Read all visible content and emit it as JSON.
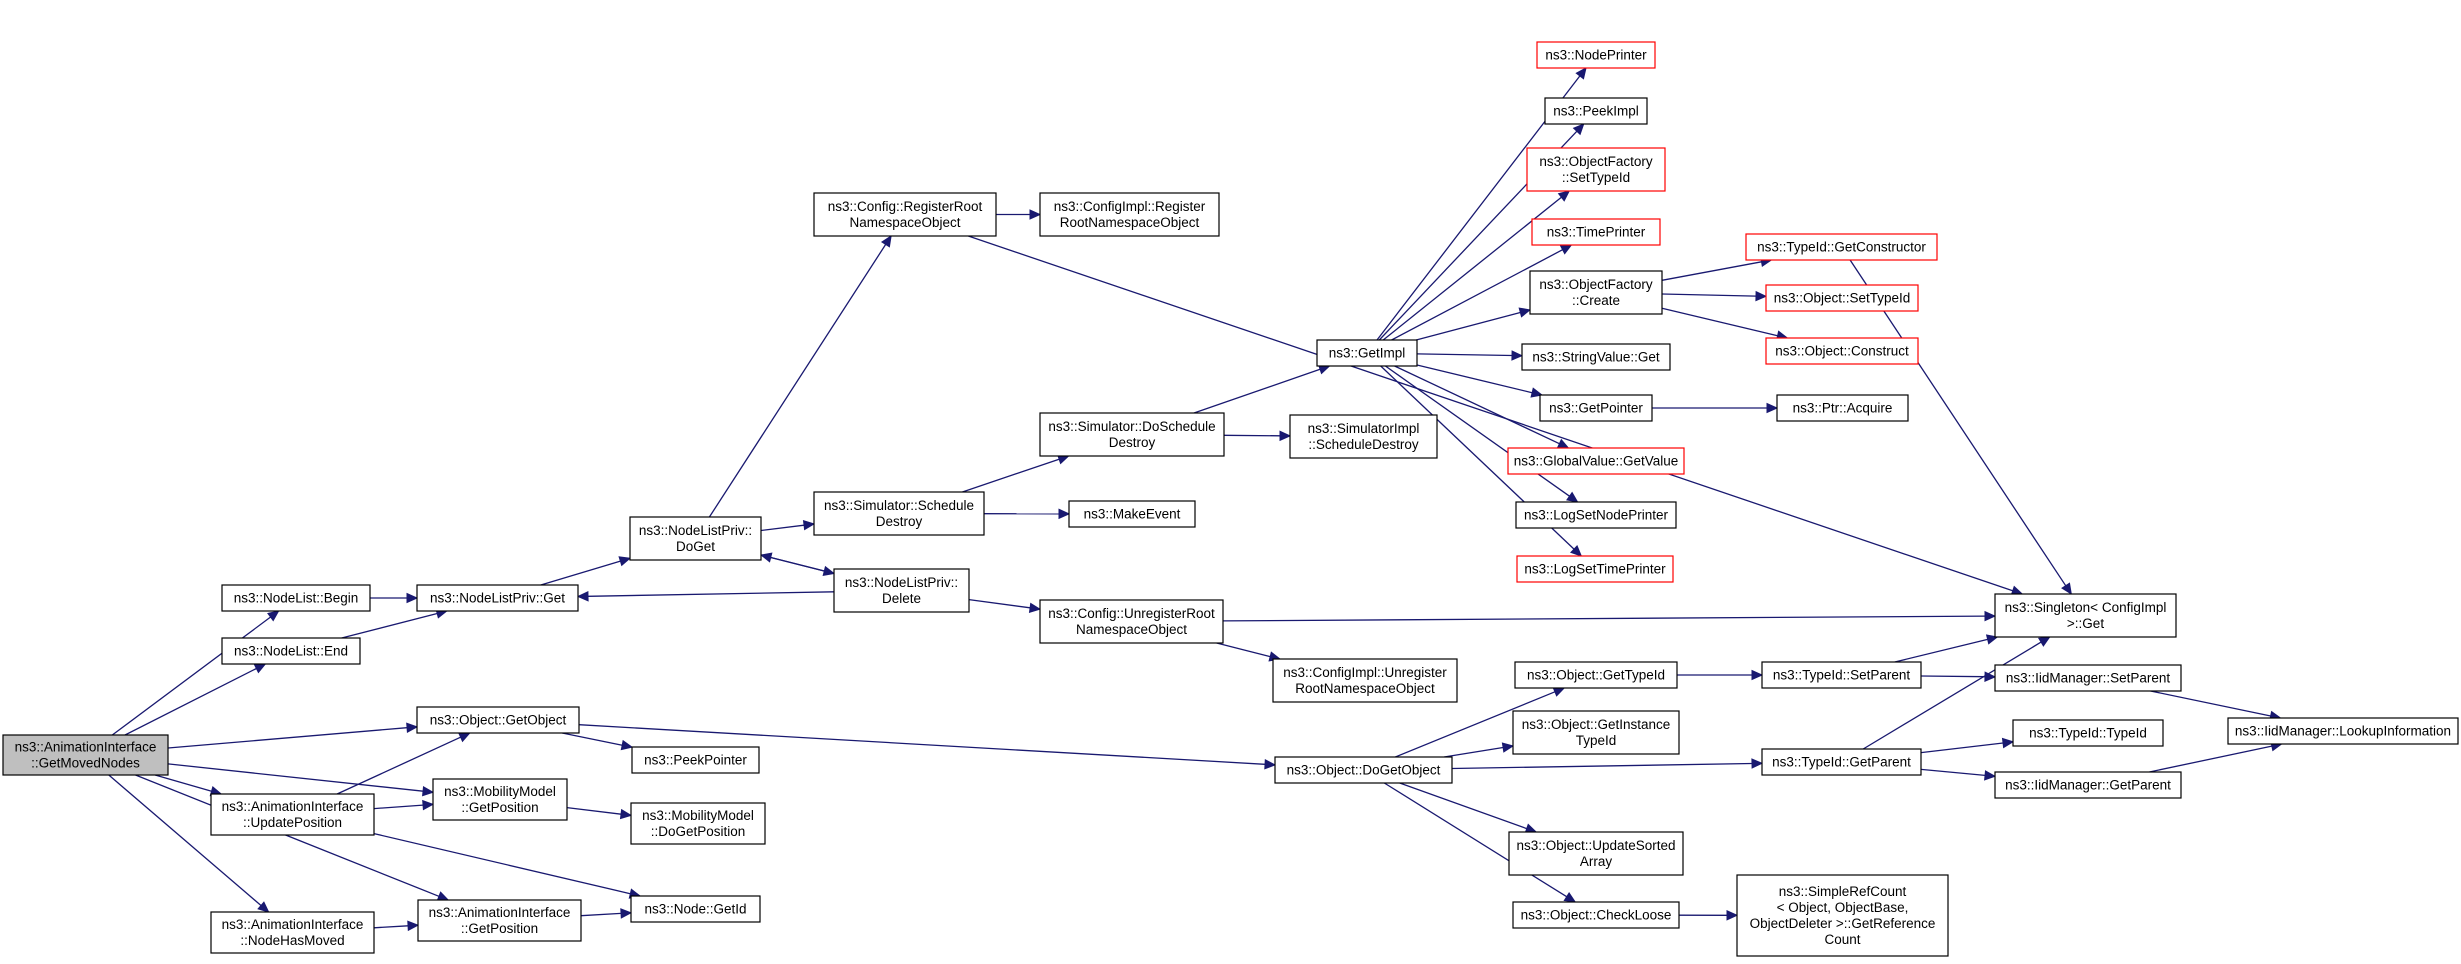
{
  "colors": {
    "edge": "#191970",
    "box_border": "#000000",
    "box_border_truncated": "#ff0000",
    "root_fill": "#bfbfbf",
    "box_fill": "#ffffff"
  },
  "nodes": [
    {
      "id": "root",
      "lines": [
        "ns3::AnimationInterface",
        "::GetMovedNodes"
      ],
      "style": "root"
    },
    {
      "id": "nlbegin",
      "lines": [
        "ns3::NodeList::Begin"
      ],
      "style": "normal"
    },
    {
      "id": "nlend",
      "lines": [
        "ns3::NodeList::End"
      ],
      "style": "normal"
    },
    {
      "id": "aiupd",
      "lines": [
        "ns3::AnimationInterface",
        "::UpdatePosition"
      ],
      "style": "normal"
    },
    {
      "id": "aihas",
      "lines": [
        "ns3::AnimationInterface",
        "::NodeHasMoved"
      ],
      "style": "normal"
    },
    {
      "id": "nlpget",
      "lines": [
        "ns3::NodeListPriv::Get"
      ],
      "style": "normal"
    },
    {
      "id": "getobj",
      "lines": [
        "ns3::Object::GetObject"
      ],
      "style": "normal"
    },
    {
      "id": "mmget",
      "lines": [
        "ns3::MobilityModel",
        "::GetPosition"
      ],
      "style": "normal"
    },
    {
      "id": "aiget",
      "lines": [
        "ns3::AnimationInterface",
        "::GetPosition"
      ],
      "style": "normal"
    },
    {
      "id": "nlpdoget",
      "lines": [
        "ns3::NodeListPriv::",
        "DoGet"
      ],
      "style": "normal"
    },
    {
      "id": "peekptr",
      "lines": [
        "ns3::PeekPointer"
      ],
      "style": "normal"
    },
    {
      "id": "mmdoget",
      "lines": [
        "ns3::MobilityModel",
        "::DoGetPosition"
      ],
      "style": "normal"
    },
    {
      "id": "getid",
      "lines": [
        "ns3::Node::GetId"
      ],
      "style": "normal"
    },
    {
      "id": "cfgreg",
      "lines": [
        "ns3::Config::RegisterRoot",
        "NamespaceObject"
      ],
      "style": "normal"
    },
    {
      "id": "simsched",
      "lines": [
        "ns3::Simulator::Schedule",
        "Destroy"
      ],
      "style": "normal"
    },
    {
      "id": "nlpdel",
      "lines": [
        "ns3::NodeListPriv::",
        "Delete"
      ],
      "style": "normal"
    },
    {
      "id": "cfgimplreg",
      "lines": [
        "ns3::ConfigImpl::Register",
        "RootNamespaceObject"
      ],
      "style": "normal"
    },
    {
      "id": "simdosched",
      "lines": [
        "ns3::Simulator::DoSchedule",
        "Destroy"
      ],
      "style": "normal"
    },
    {
      "id": "makeevent",
      "lines": [
        "ns3::MakeEvent"
      ],
      "style": "normal"
    },
    {
      "id": "cfgunreg",
      "lines": [
        "ns3::Config::UnregisterRoot",
        "NamespaceObject"
      ],
      "style": "normal"
    },
    {
      "id": "cfgimplunreg",
      "lines": [
        "ns3::ConfigImpl::Unregister",
        "RootNamespaceObject"
      ],
      "style": "normal"
    },
    {
      "id": "simimplsched",
      "lines": [
        "ns3::SimulatorImpl",
        "::ScheduleDestroy"
      ],
      "style": "normal"
    },
    {
      "id": "getimpl",
      "lines": [
        "ns3::GetImpl"
      ],
      "style": "normal"
    },
    {
      "id": "dogetobj",
      "lines": [
        "ns3::Object::DoGetObject"
      ],
      "style": "normal"
    },
    {
      "id": "nodeprinter",
      "lines": [
        "ns3::NodePrinter"
      ],
      "style": "truncated"
    },
    {
      "id": "peekimpl",
      "lines": [
        "ns3::PeekImpl"
      ],
      "style": "normal"
    },
    {
      "id": "ofsettid",
      "lines": [
        "ns3::ObjectFactory",
        "::SetTypeId"
      ],
      "style": "truncated"
    },
    {
      "id": "timeprinter",
      "lines": [
        "ns3::TimePrinter"
      ],
      "style": "truncated"
    },
    {
      "id": "ofcreate",
      "lines": [
        "ns3::ObjectFactory",
        "::Create"
      ],
      "style": "normal"
    },
    {
      "id": "svget",
      "lines": [
        "ns3::StringValue::Get"
      ],
      "style": "normal"
    },
    {
      "id": "getptr",
      "lines": [
        "ns3::GetPointer"
      ],
      "style": "normal"
    },
    {
      "id": "gvget",
      "lines": [
        "ns3::GlobalValue::GetValue"
      ],
      "style": "truncated"
    },
    {
      "id": "logsetnode",
      "lines": [
        "ns3::LogSetNodePrinter"
      ],
      "style": "normal"
    },
    {
      "id": "logsettime",
      "lines": [
        "ns3::LogSetTimePrinter"
      ],
      "style": "truncated"
    },
    {
      "id": "objgettid",
      "lines": [
        "ns3::Object::GetTypeId"
      ],
      "style": "normal"
    },
    {
      "id": "objgetinst",
      "lines": [
        "ns3::Object::GetInstance",
        "TypeId"
      ],
      "style": "normal"
    },
    {
      "id": "objupdsorted",
      "lines": [
        "ns3::Object::UpdateSorted",
        "Array"
      ],
      "style": "normal"
    },
    {
      "id": "objcheck",
      "lines": [
        "ns3::Object::CheckLoose"
      ],
      "style": "normal"
    },
    {
      "id": "tidgetctor",
      "lines": [
        "ns3::TypeId::GetConstructor"
      ],
      "style": "truncated"
    },
    {
      "id": "objsettid",
      "lines": [
        "ns3::Object::SetTypeId"
      ],
      "style": "truncated"
    },
    {
      "id": "objconstruct",
      "lines": [
        "ns3::Object::Construct"
      ],
      "style": "truncated"
    },
    {
      "id": "ptracq",
      "lines": [
        "ns3::Ptr::Acquire"
      ],
      "style": "normal"
    },
    {
      "id": "tidsetparent",
      "lines": [
        "ns3::TypeId::SetParent"
      ],
      "style": "normal"
    },
    {
      "id": "tidgetparent",
      "lines": [
        "ns3::TypeId::GetParent"
      ],
      "style": "normal"
    },
    {
      "id": "srcget",
      "lines": [
        "ns3::SimpleRefCount",
        "< Object, ObjectBase,",
        "ObjectDeleter >::GetReference",
        "Count"
      ],
      "style": "normal"
    },
    {
      "id": "singleton",
      "lines": [
        "ns3::Singleton< ConfigImpl",
        ">::Get"
      ],
      "style": "normal"
    },
    {
      "id": "iidsetparent",
      "lines": [
        "ns3::IidManager::SetParent"
      ],
      "style": "normal"
    },
    {
      "id": "tidtid",
      "lines": [
        "ns3::TypeId::TypeId"
      ],
      "style": "normal"
    },
    {
      "id": "iidgetparent",
      "lines": [
        "ns3::IidManager::GetParent"
      ],
      "style": "normal"
    },
    {
      "id": "iidlookup",
      "lines": [
        "ns3::IidManager::LookupInformation"
      ],
      "style": "normal"
    }
  ],
  "edges": [
    [
      "root",
      "nlbegin"
    ],
    [
      "root",
      "nlend"
    ],
    [
      "root",
      "getobj"
    ],
    [
      "root",
      "mmget"
    ],
    [
      "root",
      "aiupd"
    ],
    [
      "root",
      "aihas"
    ],
    [
      "root",
      "aiget"
    ],
    [
      "nlbegin",
      "nlpget"
    ],
    [
      "nlend",
      "nlpget"
    ],
    [
      "aiupd",
      "getobj"
    ],
    [
      "aiupd",
      "mmget"
    ],
    [
      "aiupd",
      "getid"
    ],
    [
      "aihas",
      "aiget"
    ],
    [
      "aiget",
      "getid"
    ],
    [
      "nlpget",
      "nlpdoget"
    ],
    [
      "nlpdoget",
      "cfgreg"
    ],
    [
      "nlpdoget",
      "simsched"
    ],
    [
      "nlpdoget",
      "nlpdel"
    ],
    [
      "nlpdel",
      "nlpget"
    ],
    [
      "nlpdel",
      "nlpdoget"
    ],
    [
      "nlpdel",
      "cfgunreg"
    ],
    [
      "getobj",
      "peekptr"
    ],
    [
      "getobj",
      "dogetobj"
    ],
    [
      "mmget",
      "mmdoget"
    ],
    [
      "cfgreg",
      "cfgimplreg"
    ],
    [
      "cfgreg",
      "singleton"
    ],
    [
      "simsched",
      "simdosched"
    ],
    [
      "simsched",
      "makeevent"
    ],
    [
      "simdosched",
      "simimplsched"
    ],
    [
      "simdosched",
      "getimpl"
    ],
    [
      "cfgunreg",
      "cfgimplunreg"
    ],
    [
      "cfgunreg",
      "singleton"
    ],
    [
      "getimpl",
      "nodeprinter"
    ],
    [
      "getimpl",
      "peekimpl"
    ],
    [
      "getimpl",
      "ofsettid"
    ],
    [
      "getimpl",
      "timeprinter"
    ],
    [
      "getimpl",
      "ofcreate"
    ],
    [
      "getimpl",
      "svget"
    ],
    [
      "getimpl",
      "getptr"
    ],
    [
      "getimpl",
      "gvget"
    ],
    [
      "getimpl",
      "logsetnode"
    ],
    [
      "getimpl",
      "logsettime"
    ],
    [
      "ofcreate",
      "tidgetctor"
    ],
    [
      "ofcreate",
      "objsettid"
    ],
    [
      "ofcreate",
      "objconstruct"
    ],
    [
      "tidgetctor",
      "singleton"
    ],
    [
      "getptr",
      "ptracq"
    ],
    [
      "dogetobj",
      "objgettid"
    ],
    [
      "dogetobj",
      "objgetinst"
    ],
    [
      "dogetobj",
      "tidgetparent"
    ],
    [
      "dogetobj",
      "objupdsorted"
    ],
    [
      "dogetobj",
      "objcheck"
    ],
    [
      "objgettid",
      "tidsetparent"
    ],
    [
      "objcheck",
      "srcget"
    ],
    [
      "tidsetparent",
      "singleton"
    ],
    [
      "tidsetparent",
      "iidsetparent"
    ],
    [
      "tidgetparent",
      "singleton"
    ],
    [
      "tidgetparent",
      "tidtid"
    ],
    [
      "tidgetparent",
      "iidgetparent"
    ],
    [
      "iidsetparent",
      "iidlookup"
    ],
    [
      "iidgetparent",
      "iidlookup"
    ]
  ]
}
